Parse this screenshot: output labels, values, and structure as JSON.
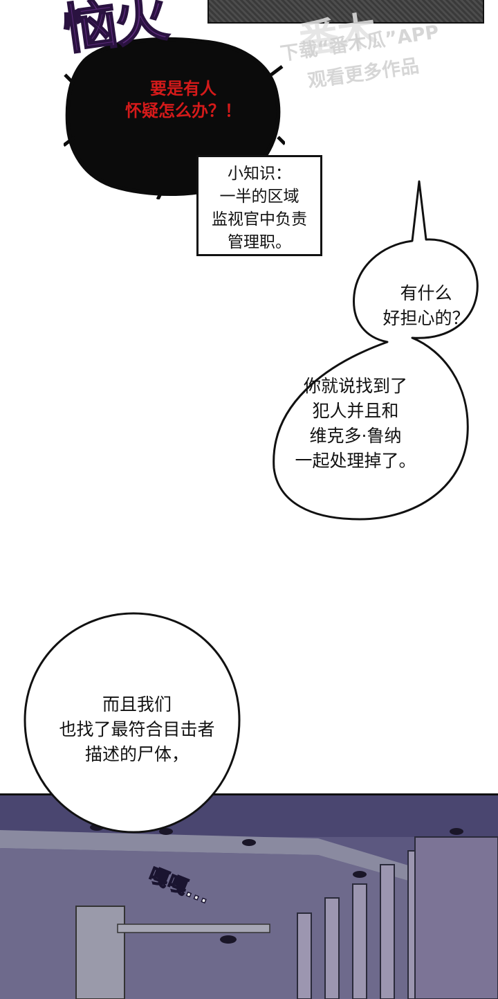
{
  "sfx": {
    "top": "恼火",
    "bottom": "嘎嘎..."
  },
  "blob": {
    "line1": "要是有人",
    "line2": "怀疑怎么办？！"
  },
  "trivia": {
    "line1": "小知识：",
    "line2": "一半的区域",
    "line3": "监视官中负责",
    "line4": "管理职。"
  },
  "watermark": {
    "big": "番木",
    "line1": "下载“番木瓜”APP",
    "line2": "观看更多作品"
  },
  "bubbles": [
    {
      "lines": [
        "有什么",
        "好担心的？"
      ]
    },
    {
      "lines": [
        "你就说找到了",
        "犯人并且和",
        "维克多·鲁纳",
        "一起处理掉了。"
      ]
    },
    {
      "lines": [
        "而且我们",
        "也找了最符合目击者",
        "描述的尸体，"
      ]
    }
  ],
  "colors": {
    "blob": "#0b0b0b",
    "blob_text": "#d51a1a",
    "sfx_top": "#5b2a7a",
    "scene": "#5a5578"
  }
}
